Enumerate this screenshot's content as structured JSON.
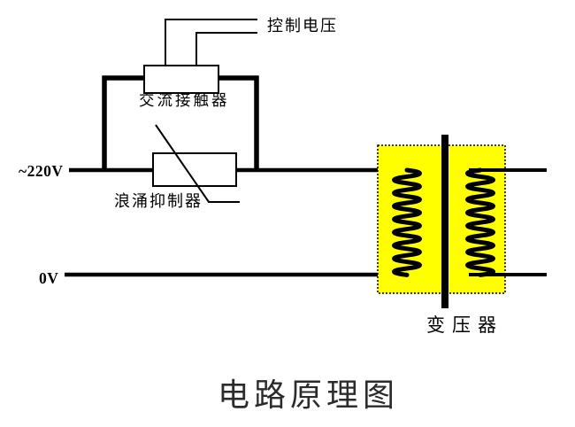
{
  "diagram": {
    "title": "电路原理图",
    "labels": {
      "control_voltage": "控制电压",
      "ac_contactor": "交流接触器",
      "surge_suppressor": "浪涌抑制器",
      "ac_line": "~220V",
      "neutral": "0V",
      "transformer": "变压器"
    },
    "colors": {
      "wire": "#000000",
      "transformer_highlight": "#ffff00",
      "title_text": "#2b2b2b"
    }
  }
}
